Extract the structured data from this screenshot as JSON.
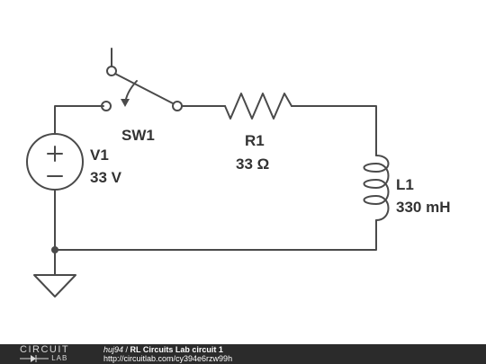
{
  "components": {
    "switch": {
      "name": "SW1"
    },
    "source": {
      "name": "V1",
      "value": "33 V",
      "plus": "+",
      "minus": "−"
    },
    "resistor": {
      "name": "R1",
      "value": "33 Ω"
    },
    "inductor": {
      "name": "L1",
      "value": "330 mH"
    }
  },
  "footer": {
    "logo_top": "CIRCUIT",
    "logo_bottom": "LAB",
    "user": "huj94",
    "separator": " / ",
    "title": "RL Circuits Lab circuit 1",
    "url": "http://circuitlab.com/cy394e6rzw99h"
  },
  "colors": {
    "wire": "#4a4a4a",
    "label": "#333333",
    "footer_bg": "#2b2b2b"
  }
}
